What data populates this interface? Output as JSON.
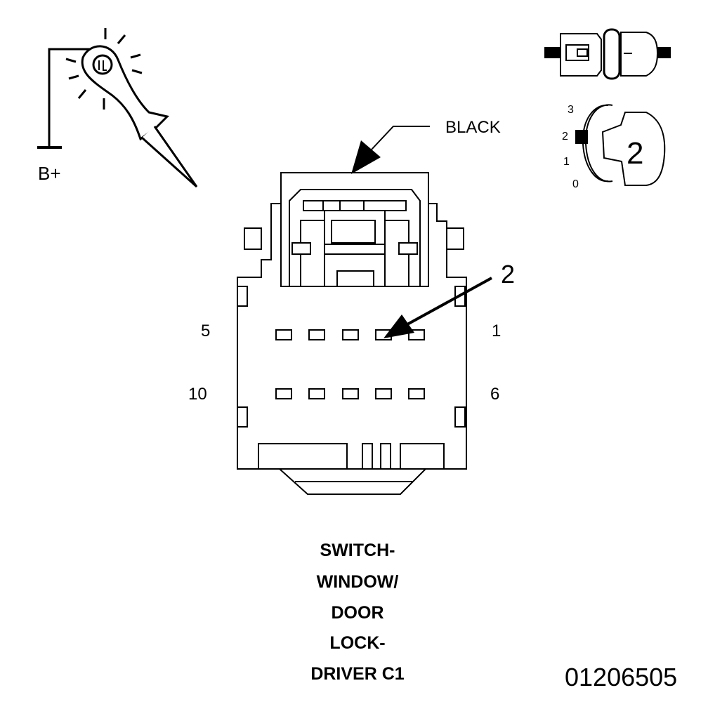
{
  "probe": {
    "label": "B+"
  },
  "connector": {
    "color_label": "BLACK",
    "callout_label": "2",
    "pin_labels": {
      "top_left": "5",
      "top_right": "1",
      "bottom_left": "10",
      "bottom_right": "6"
    }
  },
  "view_icon": {
    "dial_positions": [
      "3",
      "2",
      "1",
      "0"
    ],
    "selected_position": "2",
    "key_label": "2"
  },
  "caption": {
    "lines": [
      "SWITCH-",
      "WINDOW/",
      "DOOR",
      "LOCK-",
      "DRIVER C1"
    ]
  },
  "figure_id": "01206505"
}
